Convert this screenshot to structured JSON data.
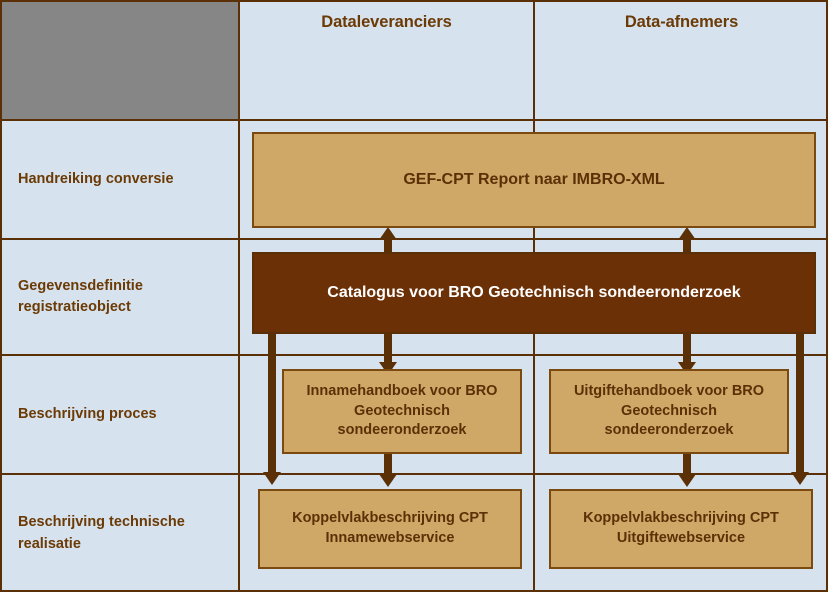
{
  "diagram": {
    "title_row_header": {
      "corner_cell": "",
      "columns": [
        {
          "label": "Dataleveranciers"
        },
        {
          "label": "Data-afnemers"
        }
      ]
    },
    "rows": [
      {
        "label": "Handreiking conversie"
      },
      {
        "label": "Gegevensdefinitie registratieobject"
      },
      {
        "label": "Beschrijving proces"
      },
      {
        "label": "Beschrijving technische realisatie"
      }
    ],
    "boxes": [
      {
        "id": "gef-cpt",
        "label": "GEF-CPT Report naar IMBRO-XML",
        "style": "light"
      },
      {
        "id": "catalogus",
        "label": "Catalogus voor BRO Geotechnisch sondeeronderzoek",
        "style": "dark"
      },
      {
        "id": "innamehandboek",
        "label": "Innamehandboek voor BRO Geotechnisch sondeeronderzoek",
        "style": "light"
      },
      {
        "id": "uitgiftehandboek",
        "label": "Uitgiftehandboek voor BRO Geotechnisch sondeeronderzoek",
        "style": "light"
      },
      {
        "id": "koppelvlak-inname",
        "label": "Koppelvlakbeschrijving CPT Innamewebservice",
        "style": "light"
      },
      {
        "id": "koppelvlak-uitgifte",
        "label": "Koppelvlakbeschrijving CPT Uitgiftewebservice",
        "style": "light"
      }
    ],
    "arrows": [
      {
        "id": "catalogus-to-gefcpt-left",
        "direction": "up",
        "from": "catalogus",
        "to": "gef-cpt"
      },
      {
        "id": "catalogus-to-gefcpt-right",
        "direction": "up",
        "from": "catalogus",
        "to": "gef-cpt"
      },
      {
        "id": "catalogus-to-innamehandboek",
        "direction": "down",
        "from": "catalogus",
        "to": "innamehandboek"
      },
      {
        "id": "catalogus-to-uitgiftehandboek",
        "direction": "down",
        "from": "catalogus",
        "to": "uitgiftehandboek"
      },
      {
        "id": "innamehandboek-to-koppelvlak-inname",
        "direction": "down",
        "from": "innamehandboek",
        "to": "koppelvlak-inname"
      },
      {
        "id": "uitgiftehandboek-to-koppelvlak-uitgifte",
        "direction": "down",
        "from": "uitgiftehandboek",
        "to": "koppelvlak-uitgifte"
      },
      {
        "id": "catalogus-to-koppelvlak-inname-bypass",
        "direction": "down",
        "from": "catalogus",
        "to": "koppelvlak-inname"
      },
      {
        "id": "catalogus-to-koppelvlak-uitgifte-bypass",
        "direction": "down",
        "from": "catalogus",
        "to": "koppelvlak-uitgifte"
      }
    ],
    "colors": {
      "cell_background": "#d6e2ee",
      "corner_background": "#868686",
      "box_light": "#cfa868",
      "box_dark": "#6b3006",
      "line": "#5c3006",
      "text_brown": "#6b3a05",
      "text_white": "#ffffff"
    }
  }
}
